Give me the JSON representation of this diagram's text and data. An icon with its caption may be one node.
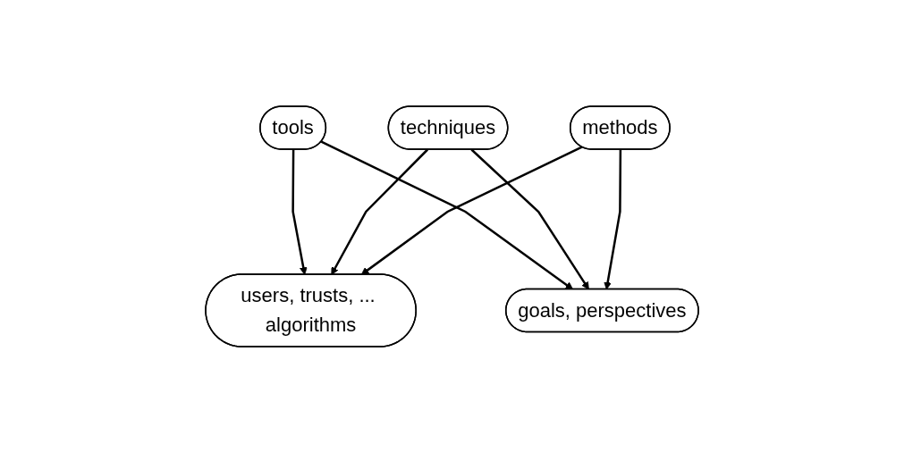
{
  "diagram": {
    "nodes": [
      {
        "text": [
          "tools"
        ]
      },
      {
        "text": [
          "techniques"
        ]
      },
      {
        "text": [
          "methods"
        ]
      },
      {
        "text": [
          "users, trusts, ... algorithms"
        ]
      },
      {
        "text": [
          "goals, perspectives"
        ]
      }
    ],
    "edges": [
      {
        "from": 0,
        "to": 3,
        "arrow": "to"
      },
      {
        "from": 0,
        "to": 4,
        "arrow": "to"
      },
      {
        "from": 1,
        "to": 3,
        "arrow": "to"
      },
      {
        "from": 1,
        "to": 4,
        "arrow": "to"
      },
      {
        "from": 2,
        "to": 3,
        "arrow": "to"
      },
      {
        "from": 2,
        "to": 4,
        "arrow": "to"
      }
    ]
  }
}
